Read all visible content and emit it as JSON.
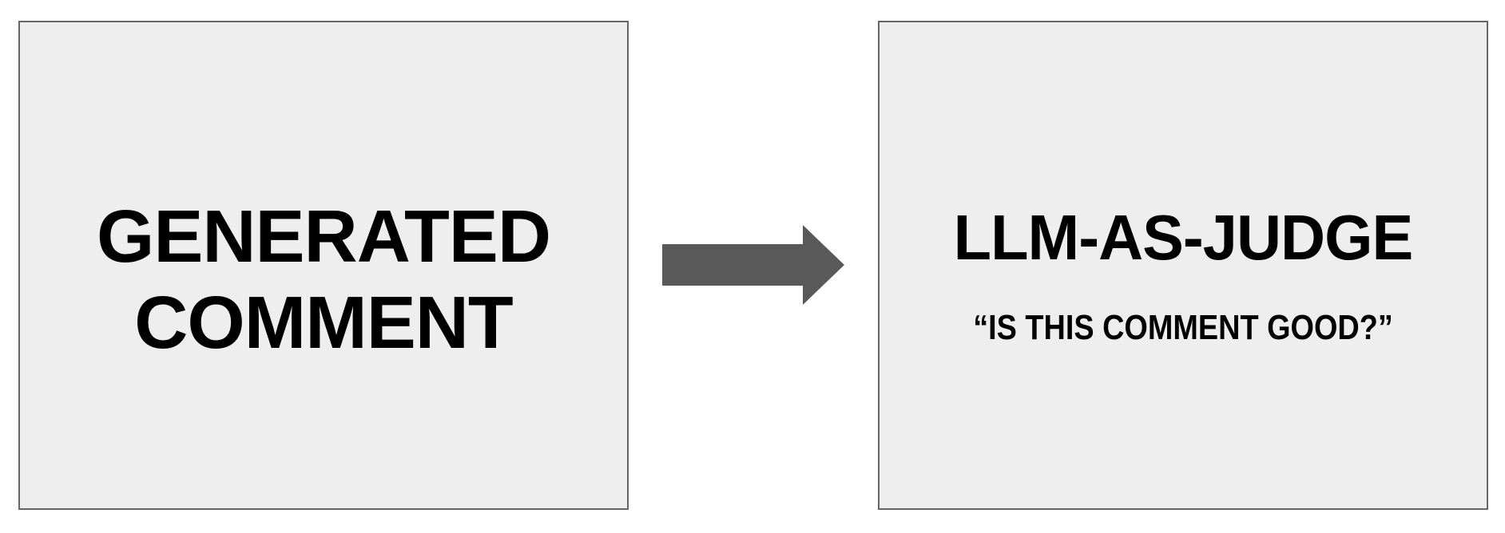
{
  "left_box": {
    "line1": "GENERATED",
    "line2": "COMMENT"
  },
  "arrow": {
    "direction": "right",
    "color": "#595959"
  },
  "right_box": {
    "title": "LLM-AS-JUDGE",
    "subtitle": "“IS THIS COMMENT GOOD?”"
  },
  "colors": {
    "box_fill": "#eeeeee",
    "box_border": "#666666",
    "text": "#000000",
    "background": "#ffffff"
  }
}
